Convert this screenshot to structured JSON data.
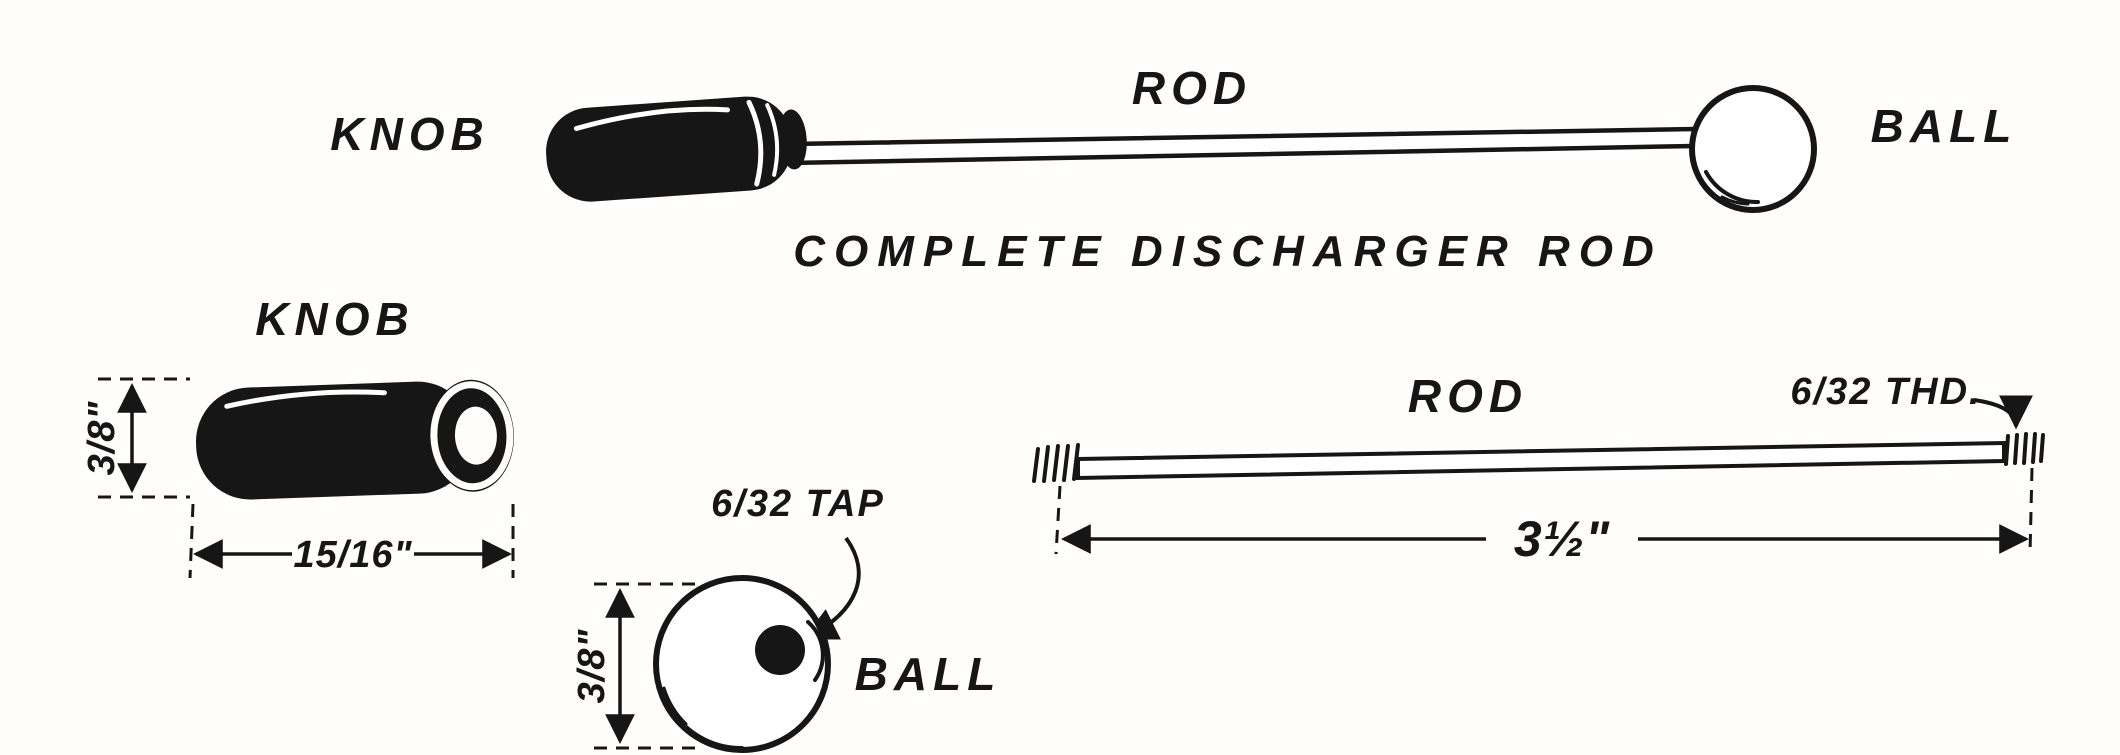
{
  "title": "Complete Discharger Rod diagram",
  "colors": {
    "ink": "#161616",
    "paper": "#fffefc"
  },
  "assembly": {
    "knob_label": "KNOB",
    "rod_label": "ROD",
    "ball_label": "BALL",
    "caption": "COMPLETE DISCHARGER ROD"
  },
  "knob_detail": {
    "label": "KNOB",
    "diameter_dim": "3/8\"",
    "length_dim": "15/16\""
  },
  "ball_detail": {
    "label": "BALL",
    "tap_note": "6/32 TAP",
    "diameter_dim": "3/8\""
  },
  "rod_detail": {
    "label": "ROD",
    "thread_note": "6/32 THD.",
    "length_dim": "3½\""
  }
}
